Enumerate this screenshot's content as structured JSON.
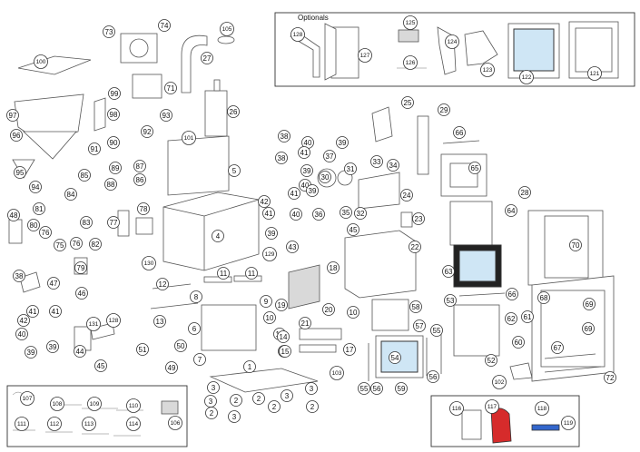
{
  "optionals_title": "Optionals",
  "colors": {
    "line": "#333333",
    "glass": "#cfe6f5",
    "glove_red": "#d62b2b",
    "tile_dark": "#222222"
  },
  "callouts": [
    {
      "n": "74"
    },
    {
      "n": "73"
    },
    {
      "n": "105"
    },
    {
      "n": "27"
    },
    {
      "n": "100"
    },
    {
      "n": "71"
    },
    {
      "n": "26"
    },
    {
      "n": "99"
    },
    {
      "n": "98"
    },
    {
      "n": "97"
    },
    {
      "n": "93"
    },
    {
      "n": "92"
    },
    {
      "n": "101"
    },
    {
      "n": "96"
    },
    {
      "n": "91"
    },
    {
      "n": "90"
    },
    {
      "n": "89"
    },
    {
      "n": "87"
    },
    {
      "n": "88"
    },
    {
      "n": "86"
    },
    {
      "n": "95"
    },
    {
      "n": "94"
    },
    {
      "n": "85"
    },
    {
      "n": "84"
    },
    {
      "n": "5"
    },
    {
      "n": "38"
    },
    {
      "n": "38"
    },
    {
      "n": "40"
    },
    {
      "n": "39"
    },
    {
      "n": "37"
    },
    {
      "n": "41"
    },
    {
      "n": "39"
    },
    {
      "n": "30"
    },
    {
      "n": "31"
    },
    {
      "n": "33"
    },
    {
      "n": "34"
    },
    {
      "n": "25"
    },
    {
      "n": "29"
    },
    {
      "n": "66"
    },
    {
      "n": "65"
    },
    {
      "n": "40"
    },
    {
      "n": "39"
    },
    {
      "n": "32"
    },
    {
      "n": "36"
    },
    {
      "n": "35"
    },
    {
      "n": "24"
    },
    {
      "n": "28"
    },
    {
      "n": "64"
    },
    {
      "n": "23"
    },
    {
      "n": "81"
    },
    {
      "n": "48"
    },
    {
      "n": "80"
    },
    {
      "n": "76"
    },
    {
      "n": "75"
    },
    {
      "n": "83"
    },
    {
      "n": "77"
    },
    {
      "n": "78"
    },
    {
      "n": "76"
    },
    {
      "n": "82"
    },
    {
      "n": "79"
    },
    {
      "n": "42"
    },
    {
      "n": "41"
    },
    {
      "n": "41"
    },
    {
      "n": "40"
    },
    {
      "n": "39"
    },
    {
      "n": "43"
    },
    {
      "n": "45"
    },
    {
      "n": "22"
    },
    {
      "n": "70"
    },
    {
      "n": "4"
    },
    {
      "n": "129"
    },
    {
      "n": "130"
    },
    {
      "n": "11"
    },
    {
      "n": "11"
    },
    {
      "n": "18"
    },
    {
      "n": "63"
    },
    {
      "n": "53"
    },
    {
      "n": "66"
    },
    {
      "n": "68"
    },
    {
      "n": "69"
    },
    {
      "n": "38"
    },
    {
      "n": "47"
    },
    {
      "n": "46"
    },
    {
      "n": "41"
    },
    {
      "n": "42"
    },
    {
      "n": "41"
    },
    {
      "n": "40"
    },
    {
      "n": "39"
    },
    {
      "n": "39"
    },
    {
      "n": "131"
    },
    {
      "n": "128"
    },
    {
      "n": "44"
    },
    {
      "n": "12"
    },
    {
      "n": "8"
    },
    {
      "n": "13"
    },
    {
      "n": "6"
    },
    {
      "n": "9"
    },
    {
      "n": "19"
    },
    {
      "n": "10"
    },
    {
      "n": "20"
    },
    {
      "n": "21"
    },
    {
      "n": "10"
    },
    {
      "n": "58"
    },
    {
      "n": "55"
    },
    {
      "n": "57"
    },
    {
      "n": "16"
    },
    {
      "n": "10"
    },
    {
      "n": "14"
    },
    {
      "n": "15"
    },
    {
      "n": "17"
    },
    {
      "n": "62"
    },
    {
      "n": "61"
    },
    {
      "n": "60"
    },
    {
      "n": "69"
    },
    {
      "n": "51"
    },
    {
      "n": "50"
    },
    {
      "n": "7"
    },
    {
      "n": "49"
    },
    {
      "n": "45"
    },
    {
      "n": "54"
    },
    {
      "n": "52"
    },
    {
      "n": "67"
    },
    {
      "n": "1"
    },
    {
      "n": "103"
    },
    {
      "n": "55"
    },
    {
      "n": "56"
    },
    {
      "n": "56"
    },
    {
      "n": "59"
    },
    {
      "n": "102"
    },
    {
      "n": "72"
    },
    {
      "n": "3"
    },
    {
      "n": "3"
    },
    {
      "n": "2"
    },
    {
      "n": "2"
    },
    {
      "n": "3"
    },
    {
      "n": "2"
    },
    {
      "n": "3"
    },
    {
      "n": "2"
    },
    {
      "n": "3"
    },
    {
      "n": "2"
    },
    {
      "n": "107"
    },
    {
      "n": "108"
    },
    {
      "n": "109"
    },
    {
      "n": "110"
    },
    {
      "n": "106"
    },
    {
      "n": "111"
    },
    {
      "n": "112"
    },
    {
      "n": "113"
    },
    {
      "n": "114"
    },
    {
      "n": "116"
    },
    {
      "n": "117"
    },
    {
      "n": "118"
    },
    {
      "n": "119"
    },
    {
      "n": "125"
    },
    {
      "n": "128"
    },
    {
      "n": "127"
    },
    {
      "n": "124"
    },
    {
      "n": "126"
    },
    {
      "n": "123"
    },
    {
      "n": "122"
    },
    {
      "n": "121"
    }
  ]
}
